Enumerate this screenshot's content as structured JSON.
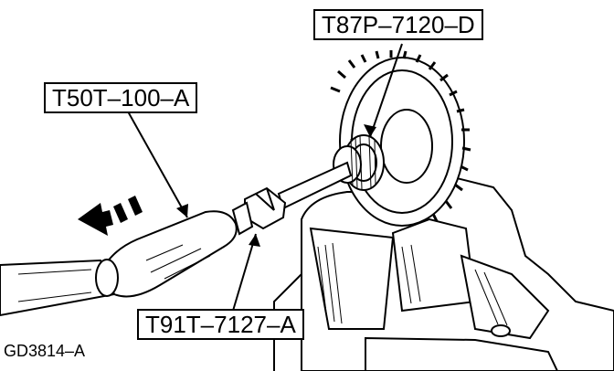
{
  "callouts": {
    "tool_top_right": "T87P–7120–D",
    "tool_left": "T50T–100–A",
    "tool_bottom": "T91T–7127–A"
  },
  "figure_id": "GD3814–A",
  "colors": {
    "ink": "#000000",
    "paper": "#ffffff"
  },
  "icons": [
    "direction-arrow-icon"
  ]
}
